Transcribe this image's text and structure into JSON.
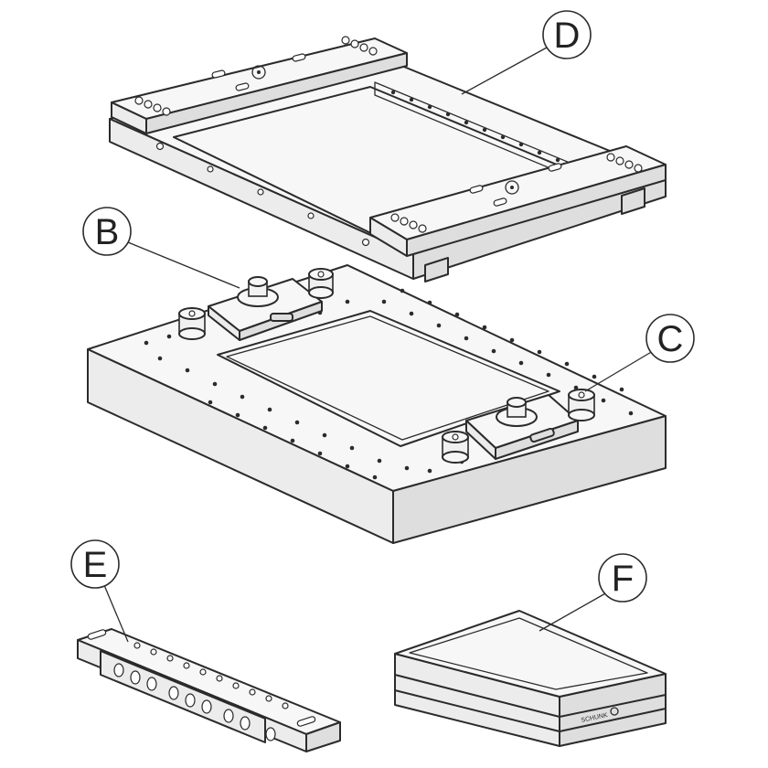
{
  "callouts": {
    "b": "B",
    "c": "C",
    "d": "D",
    "e": "E",
    "f": "F"
  },
  "part_texts": {
    "f_logo": "SCHUNK"
  }
}
